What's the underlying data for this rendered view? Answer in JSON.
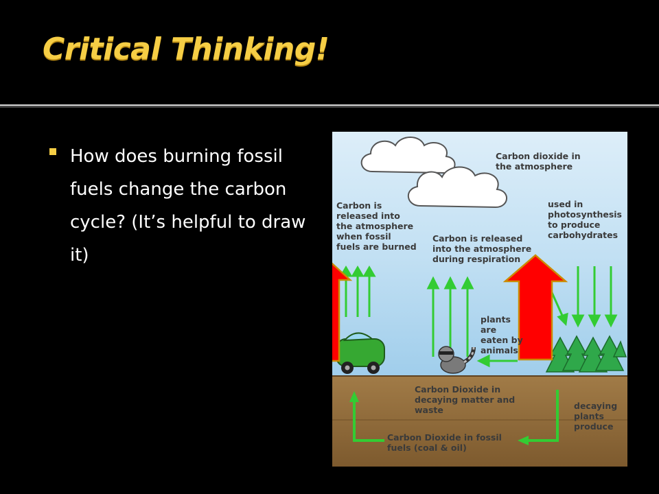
{
  "slide": {
    "title": "Critical Thinking!",
    "bullet": "How does burning fossil fuels change the carbon cycle? (It’s helpful to draw it)",
    "colors": {
      "background": "#000000",
      "title": "#f6ce45",
      "bullet_text": "#ffffff",
      "arrow_red": "#ff0000",
      "arrow_green": "#33cc33"
    }
  },
  "diagram": {
    "labels": {
      "atmosphere": "Carbon dioxide in the atmosphere",
      "fossil_release": "Carbon is released into the atmosphere when fossil fuels are burned",
      "respiration": "Carbon is released into the atmosphere during respiration",
      "photosynthesis": "used in photosynthesis to produce carbohydrates",
      "eaten": "plants are eaten by animals",
      "decaying_matter": "Carbon Dioxide in decaying matter and waste",
      "decaying_plants": "decaying plants produce",
      "fossil_fuels": "Carbon Dioxide in fossil fuels (coal & oil)"
    },
    "icons": [
      "cloud-icon",
      "car-icon",
      "raccoon-icon",
      "tree-icon",
      "red-arrow-icon"
    ]
  }
}
